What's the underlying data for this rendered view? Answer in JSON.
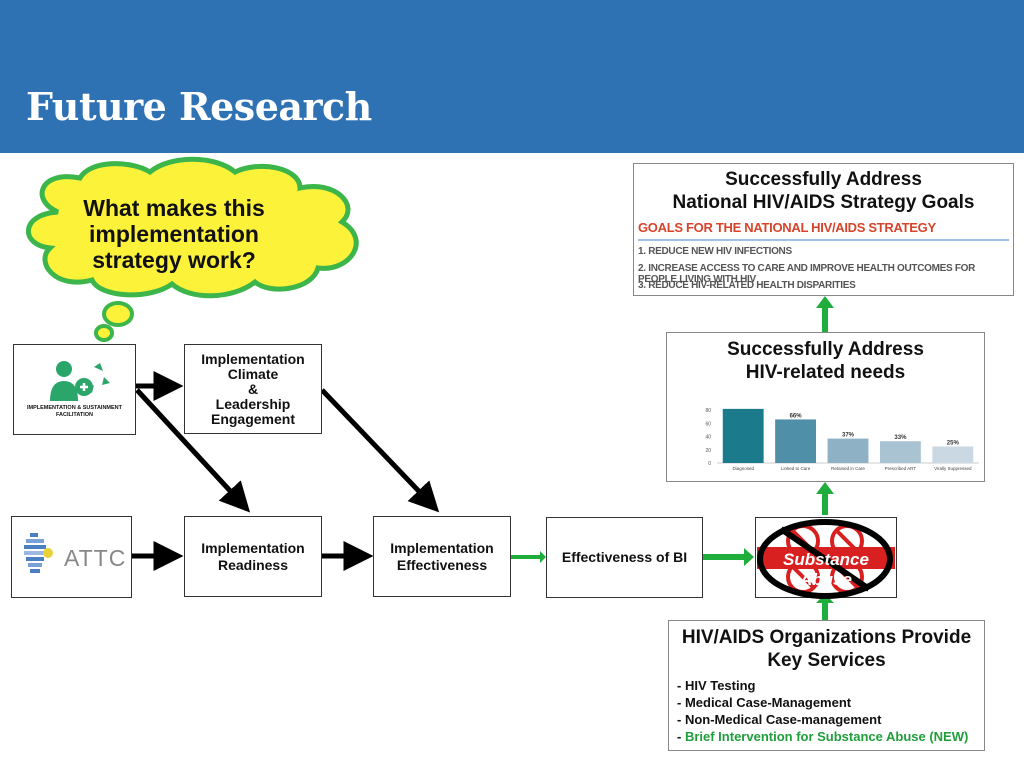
{
  "header": {
    "title": "Future Research"
  },
  "cloud": {
    "lines": [
      "What makes this",
      "implementation",
      "strategy work?"
    ]
  },
  "logos": {
    "facilitation": {
      "label": "IMPLEMENTATION & SUSTAINMENT FACILITATION"
    },
    "attc": {
      "label": "ATTC"
    }
  },
  "nodes": {
    "climate": {
      "lines": [
        "Implementation",
        "Climate",
        "&",
        "Leadership",
        "Engagement"
      ]
    },
    "readiness": {
      "lines": [
        "Implementation",
        "Readiness"
      ]
    },
    "effectiveness": {
      "lines": [
        "Implementation",
        "Effectiveness"
      ]
    },
    "bi": {
      "label": "Effectiveness of BI"
    },
    "substance": {
      "label": "Substance Abuse"
    }
  },
  "strategy": {
    "title_lines": [
      "Successfully Address",
      "National HIV/AIDS Strategy Goals"
    ],
    "goals_title": "GOALS FOR THE NATIONAL HIV/AIDS STRATEGY",
    "goals": [
      "1. REDUCE NEW HIV INFECTIONS",
      "2. INCREASE ACCESS TO CARE AND IMPROVE HEALTH OUTCOMES FOR PEOPLE LIVING WITH HIV",
      "3. REDUCE HIV-RELATED HEALTH DISPARITIES"
    ]
  },
  "needs": {
    "title_lines": [
      "Successfully Address",
      "HIV-related needs"
    ]
  },
  "services": {
    "title_lines": [
      "HIV/AIDS Organizations Provide",
      "Key Services"
    ],
    "items": [
      "- HIV Testing",
      "- Medical Case-Management",
      "- Non-Medical Case-management"
    ],
    "new_item_prefix": "- ",
    "new_item": "Brief Intervention for Substance Abuse (NEW)"
  },
  "colors": {
    "header": "#2f72b4",
    "cloud_fill": "#fdf23a",
    "cloud_stroke": "#3cb54a",
    "arrow_green": "#1fae3c",
    "bar": "#1b7a8c"
  },
  "chart_data": {
    "type": "bar",
    "categories": [
      "Diagnosed",
      "Linked to Care",
      "Retained in Care",
      "Prescribed ART",
      "Virally Suppressed"
    ],
    "values": [
      82,
      66,
      37,
      33,
      25
    ],
    "value_labels": [
      "",
      "66%",
      "37%",
      "33%",
      "25%"
    ],
    "ylim": [
      0,
      100
    ],
    "yticks": [
      "0",
      "20",
      "40",
      "60",
      "80"
    ]
  }
}
